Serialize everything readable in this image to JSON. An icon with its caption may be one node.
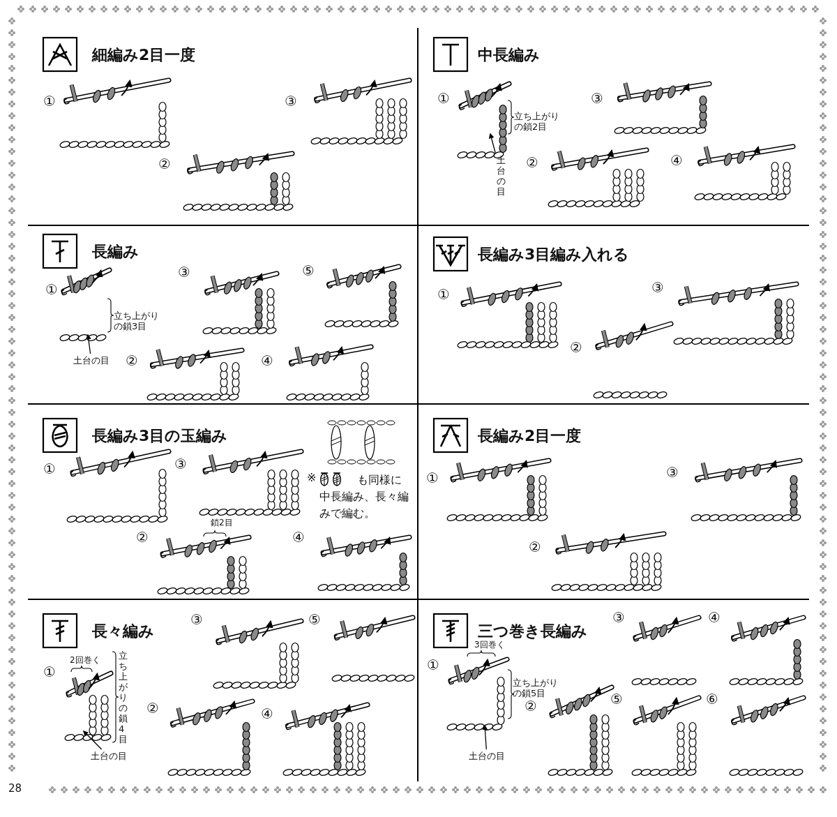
{
  "diagram": {
    "nodes": [
      {
        "text": [
          "細編み2目一度",
          "①",
          "②",
          "③"
        ]
      },
      {
        "text": [
          "中長編み",
          "①",
          "②",
          "③",
          "④",
          "立ち上がりの鎖2目"
        ]
      },
      {
        "text": [
          "土台の目"
        ],
        "in": 1
      },
      {
        "text": [
          "長編み",
          "①",
          "②",
          "③",
          "④",
          "⑤",
          "立ち上がりの鎖3目"
        ]
      },
      {
        "text": [
          "土台の目"
        ],
        "in": 3
      },
      {
        "text": [
          "長編み3目編み入れる",
          "①",
          "②",
          "③"
        ]
      },
      {
        "text": [
          "長編み3目の玉編み",
          "①",
          "②",
          "③",
          "④",
          "鎖2目",
          "※",
          "も同様に中長編み、長々編みで編む。"
        ]
      },
      {
        "text": [
          "長編み2目一度",
          "①",
          "②",
          "③"
        ]
      },
      {
        "text": [
          "長々編み",
          "①",
          "②",
          "③",
          "④",
          "⑤",
          "2回巻く",
          "立ち上がりの鎖4目"
        ]
      },
      {
        "text": [
          "土台の目"
        ],
        "in": 8
      },
      {
        "text": [
          "三つ巻き長編み",
          "①",
          "②",
          "③",
          "④",
          "⑤",
          "⑥",
          "3回巻く",
          "立ち上がりの鎖5目"
        ]
      },
      {
        "text": [
          "土台の目"
        ],
        "in": 10
      }
    ],
    "edges": [
      {
        "from": 2,
        "to": null,
        "arrow": "to"
      },
      {
        "from": 4,
        "to": null,
        "arrow": "to"
      },
      {
        "from": 9,
        "to": null,
        "arrow": "to"
      },
      {
        "from": 11,
        "to": null,
        "arrow": "to"
      }
    ],
    "labels": [
      "28"
    ]
  }
}
